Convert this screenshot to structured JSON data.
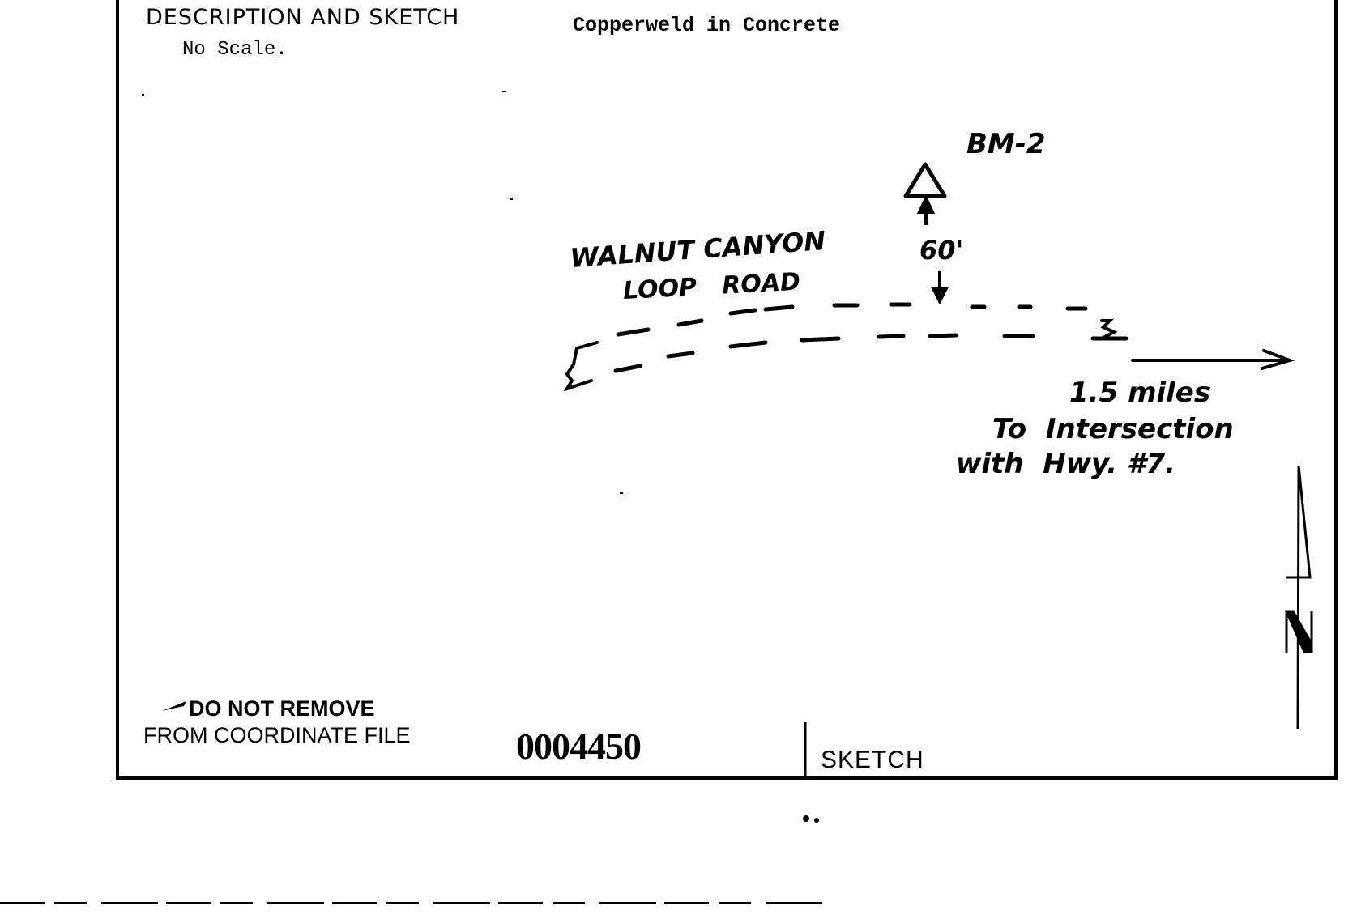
{
  "form": {
    "section_title": "DESCRIPTION  AND SKETCH",
    "mark_type": "Copperweld in Concrete",
    "scale_note": "No Scale."
  },
  "sketch": {
    "benchmark_label": "BM-2",
    "benchmark_symbol": "triangle-icon",
    "offset_distance": "60'",
    "road_name_line1": "WALNUT CANYON",
    "road_name_line2": "LOOP   ROAD",
    "direction_distance": "1.5 miles",
    "direction_line2": "To  Intersection",
    "direction_line3": "with  Hwy. #7.",
    "north_arrow_label": "N"
  },
  "footer": {
    "stamp_line1": "DO NOT REMOVE",
    "stamp_line2": "FROM COORDINATE FILE",
    "serial_number": "0004450",
    "sketch_label": "SKETCH"
  },
  "colors": {
    "ink": "#000000",
    "paper": "#ffffff"
  }
}
